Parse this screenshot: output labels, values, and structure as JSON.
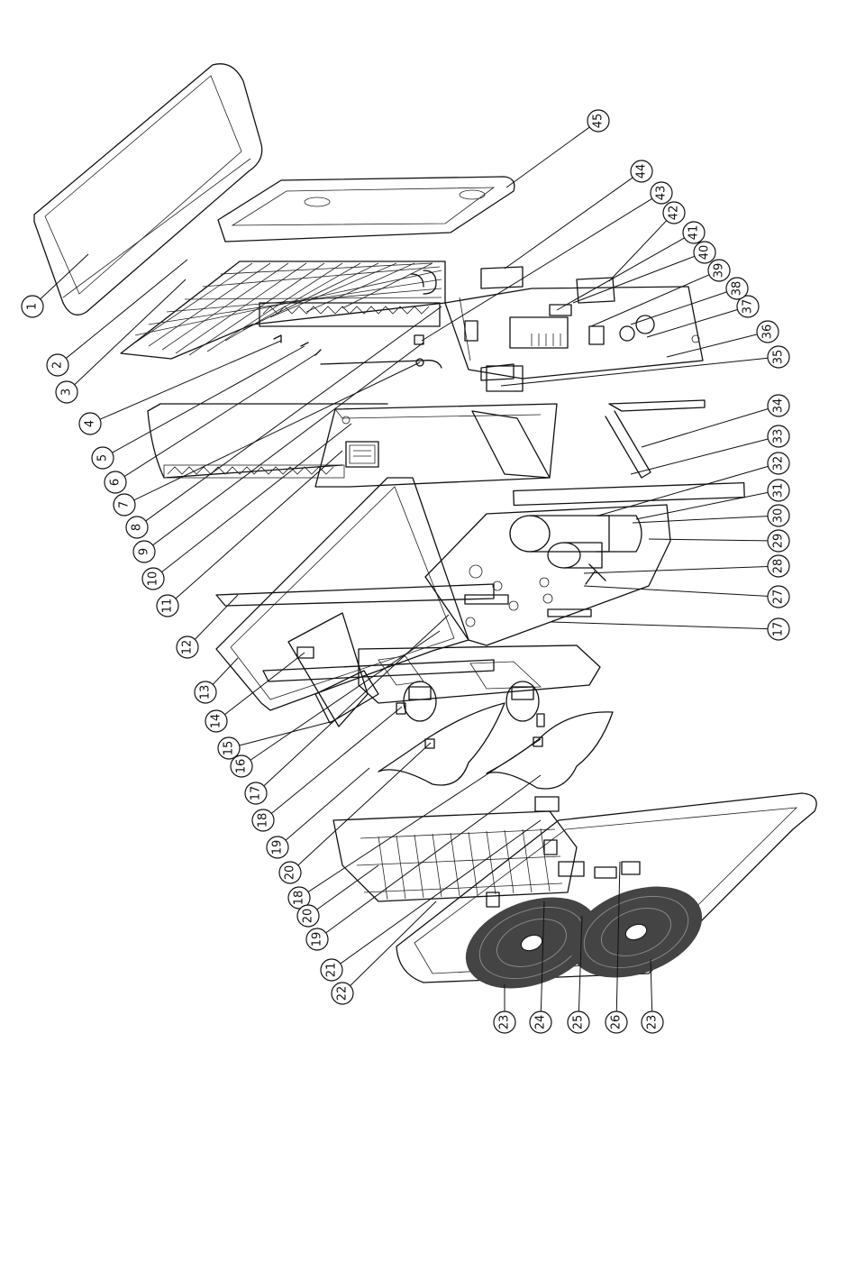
{
  "diagram": {
    "callouts": [
      {
        "label": "1"
      },
      {
        "label": "2"
      },
      {
        "label": "3"
      },
      {
        "label": "4"
      },
      {
        "label": "5"
      },
      {
        "label": "6"
      },
      {
        "label": "7"
      },
      {
        "label": "8"
      },
      {
        "label": "9"
      },
      {
        "label": "10"
      },
      {
        "label": "11"
      },
      {
        "label": "12"
      },
      {
        "label": "13"
      },
      {
        "label": "14"
      },
      {
        "label": "15"
      },
      {
        "label": "16"
      },
      {
        "label": "17"
      },
      {
        "label": "18"
      },
      {
        "label": "19"
      },
      {
        "label": "20"
      },
      {
        "label": "18"
      },
      {
        "label": "20"
      },
      {
        "label": "19"
      },
      {
        "label": "21"
      },
      {
        "label": "22"
      },
      {
        "label": "23"
      },
      {
        "label": "24"
      },
      {
        "label": "25"
      },
      {
        "label": "26"
      },
      {
        "label": "23"
      },
      {
        "label": "17"
      },
      {
        "label": "27"
      },
      {
        "label": "28"
      },
      {
        "label": "29"
      },
      {
        "label": "30"
      },
      {
        "label": "31"
      },
      {
        "label": "32"
      },
      {
        "label": "33"
      },
      {
        "label": "34"
      },
      {
        "label": "35"
      },
      {
        "label": "36"
      },
      {
        "label": "37"
      },
      {
        "label": "38"
      },
      {
        "label": "39"
      },
      {
        "label": "40"
      },
      {
        "label": "41"
      },
      {
        "label": "42"
      },
      {
        "label": "43"
      },
      {
        "label": "44"
      },
      {
        "label": "45"
      }
    ]
  }
}
